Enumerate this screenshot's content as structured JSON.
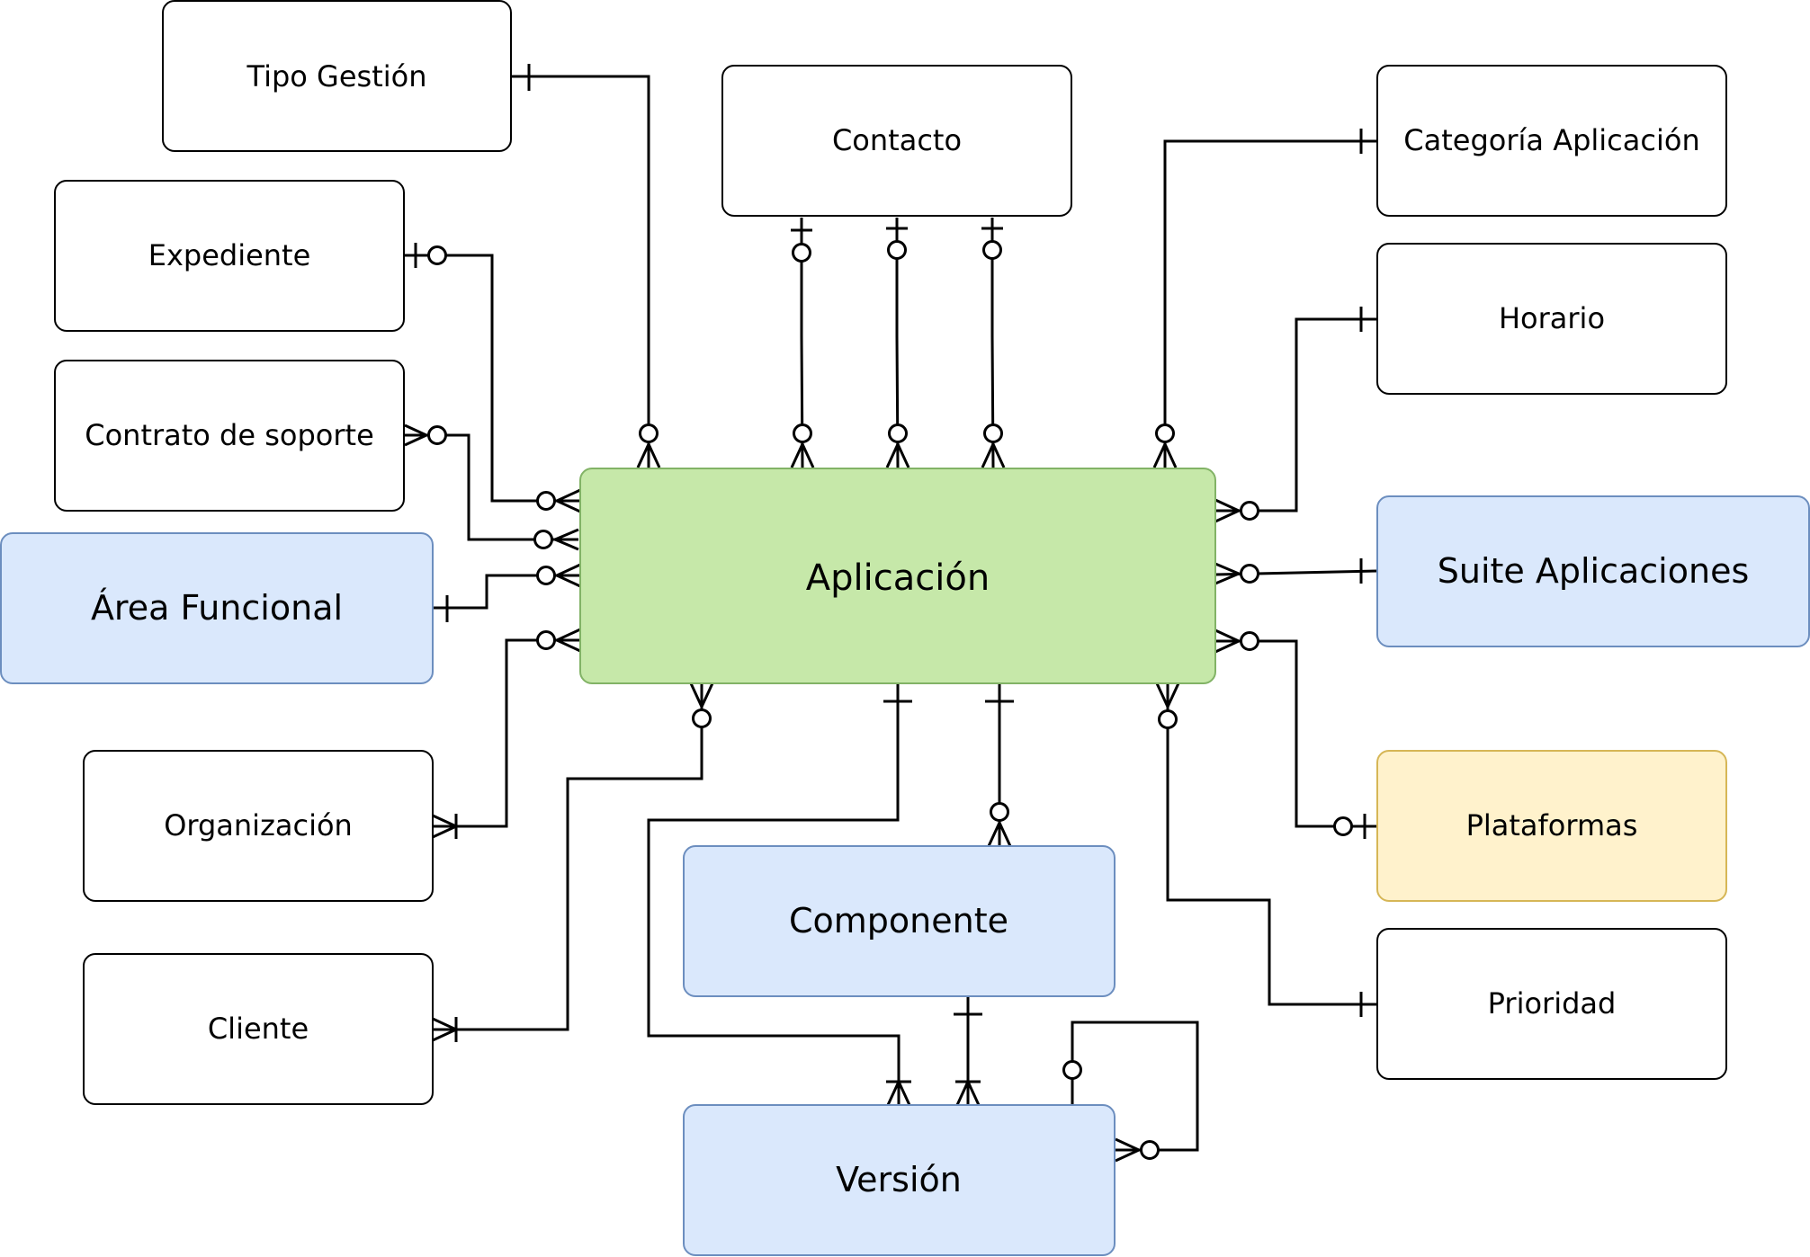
{
  "colors": {
    "default_fill": "#ffffff",
    "default_stroke": "#000000",
    "primary_fill": "#c6e8a9",
    "primary_stroke": "#82b366",
    "blue_fill": "#dae8fc",
    "blue_stroke": "#6c8ebf",
    "yellow_fill": "#fff2cc",
    "yellow_stroke": "#d6b656"
  },
  "entities": {
    "tipo_gestion": {
      "label": "Tipo Gestión",
      "style": "default"
    },
    "expediente": {
      "label": "Expediente",
      "style": "default"
    },
    "contrato_soporte": {
      "label": "Contrato de soporte",
      "style": "default"
    },
    "area_funcional": {
      "label": "Área Funcional",
      "style": "blue"
    },
    "organizacion": {
      "label": "Organización",
      "style": "default"
    },
    "cliente": {
      "label": "Cliente",
      "style": "default"
    },
    "contacto": {
      "label": "Contacto",
      "style": "default"
    },
    "aplicacion": {
      "label": "Aplicación",
      "style": "primary"
    },
    "componente": {
      "label": "Componente",
      "style": "blue"
    },
    "version": {
      "label": "Versión",
      "style": "blue"
    },
    "categoria_aplicacion": {
      "label": "Categoría Aplicación",
      "style": "default"
    },
    "horario": {
      "label": "Horario",
      "style": "default"
    },
    "suite_aplicaciones": {
      "label": "Suite Aplicaciones",
      "style": "blue"
    },
    "plataformas": {
      "label": "Plataformas",
      "style": "yellow"
    },
    "prioridad": {
      "label": "Prioridad",
      "style": "default"
    }
  },
  "relationships": [
    {
      "from": "tipo_gestion",
      "to": "aplicacion",
      "from_end": "one",
      "to_end": "zero-or-many"
    },
    {
      "from": "expediente",
      "to": "aplicacion",
      "from_end": "zero-or-one",
      "to_end": "zero-or-many"
    },
    {
      "from": "contrato_soporte",
      "to": "aplicacion",
      "from_end": "zero-or-many",
      "to_end": "zero-or-many"
    },
    {
      "from": "area_funcional",
      "to": "aplicacion",
      "from_end": "one",
      "to_end": "zero-or-many"
    },
    {
      "from": "organizacion",
      "to": "aplicacion",
      "from_end": "one-or-many",
      "to_end": "zero-or-many"
    },
    {
      "from": "cliente",
      "to": "aplicacion",
      "from_end": "one-or-many",
      "to_end": "zero-or-many"
    },
    {
      "from": "contacto",
      "to": "aplicacion",
      "from_end": "zero-or-one",
      "to_end": "zero-or-many"
    },
    {
      "from": "contacto",
      "to": "aplicacion",
      "from_end": "zero-or-one",
      "to_end": "zero-or-many"
    },
    {
      "from": "contacto",
      "to": "aplicacion",
      "from_end": "zero-or-one",
      "to_end": "zero-or-many"
    },
    {
      "from": "categoria_aplicacion",
      "to": "aplicacion",
      "from_end": "one",
      "to_end": "zero-or-many"
    },
    {
      "from": "horario",
      "to": "aplicacion",
      "from_end": "one",
      "to_end": "zero-or-many"
    },
    {
      "from": "suite_aplicaciones",
      "to": "aplicacion",
      "from_end": "one",
      "to_end": "zero-or-many"
    },
    {
      "from": "plataformas",
      "to": "aplicacion",
      "from_end": "zero-or-one",
      "to_end": "zero-or-many"
    },
    {
      "from": "prioridad",
      "to": "aplicacion",
      "from_end": "one",
      "to_end": "zero-or-many"
    },
    {
      "from": "aplicacion",
      "to": "componente",
      "from_end": "one",
      "to_end": "zero-or-many"
    },
    {
      "from": "aplicacion",
      "to": "version",
      "from_end": "one",
      "to_end": "one-or-many"
    },
    {
      "from": "componente",
      "to": "version",
      "from_end": "one",
      "to_end": "one-or-many"
    },
    {
      "from": "version",
      "to": "version",
      "from_end": "zero-or-one",
      "to_end": "zero-or-many"
    }
  ]
}
